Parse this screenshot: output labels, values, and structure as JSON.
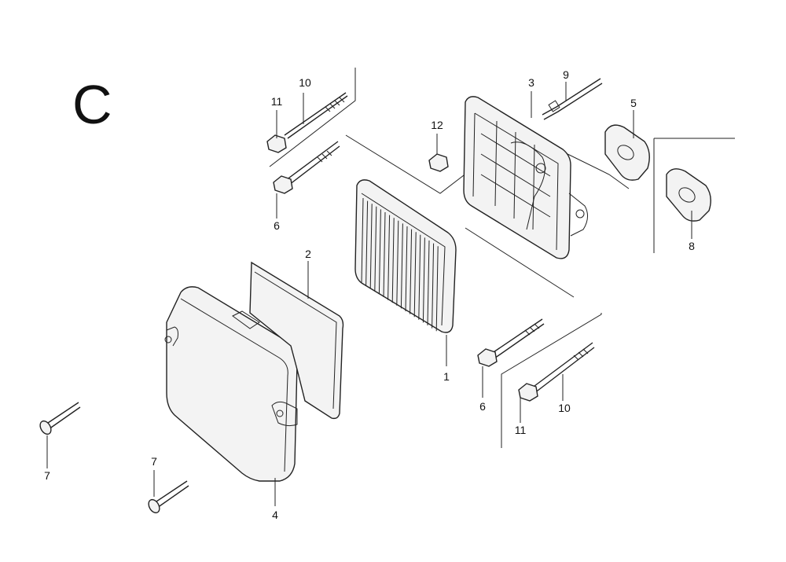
{
  "diagram": {
    "section_letter": "C",
    "callouts": [
      {
        "id": "c1",
        "text": "1"
      },
      {
        "id": "c2",
        "text": "2"
      },
      {
        "id": "c3",
        "text": "3"
      },
      {
        "id": "c4",
        "text": "4"
      },
      {
        "id": "c5",
        "text": "5"
      },
      {
        "id": "c6a",
        "text": "6"
      },
      {
        "id": "c6b",
        "text": "6"
      },
      {
        "id": "c7a",
        "text": "7"
      },
      {
        "id": "c7b",
        "text": "7"
      },
      {
        "id": "c8",
        "text": "8"
      },
      {
        "id": "c9",
        "text": "9"
      },
      {
        "id": "c10a",
        "text": "10"
      },
      {
        "id": "c10b",
        "text": "10"
      },
      {
        "id": "c11a",
        "text": "11"
      },
      {
        "id": "c11b",
        "text": "11"
      },
      {
        "id": "c12",
        "text": "12"
      }
    ]
  }
}
